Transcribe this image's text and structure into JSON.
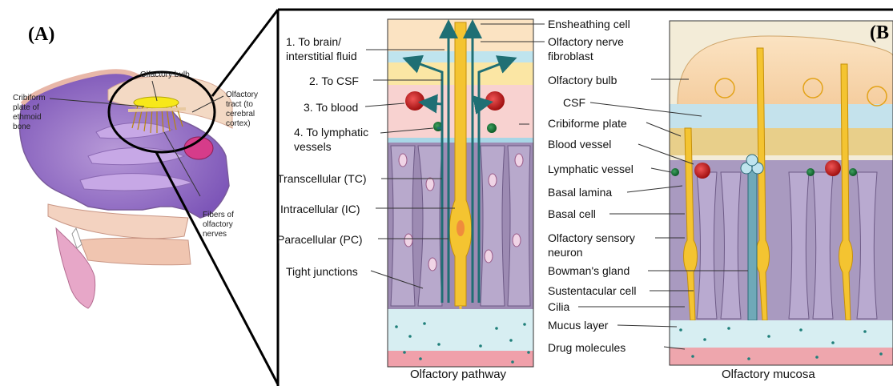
{
  "panel_a": {
    "letter": "(A)",
    "labels": {
      "olfactory_bulb": "Olfactory bulb",
      "cribriform_1": "Cribiform",
      "cribriform_2": "plate of",
      "cribriform_3": "ethmoid",
      "cribriform_4": "bone",
      "tract_1": "Olfactory",
      "tract_2": "tract (to",
      "tract_3": "cerebral",
      "tract_4": "cortex)",
      "fibers_1": "Fibers of",
      "fibers_2": "olfactory",
      "fibers_3": "nerves"
    }
  },
  "panel_b": {
    "letter": "(B",
    "pathway_labels": {
      "to_brain_1": "1. To brain/",
      "to_brain_2": "interstitial fluid",
      "to_csf": "2. To CSF",
      "to_blood": "3. To blood",
      "to_lymph_1": "4. To lymphatic",
      "to_lymph_2": "vessels",
      "transcellular": "Transcellular (TC)",
      "intracellular": "Intracellular (IC)",
      "paracellular": "Paracellular (PC)",
      "tight_junctions": "Tight junctions"
    },
    "mucosa_labels": {
      "ensheathing": "Ensheathing cell",
      "fibroblast_1": "Olfactory nerve",
      "fibroblast_2": "fibroblast",
      "bulb": "Olfactory bulb",
      "csf": "CSF",
      "cribriform": "Cribiforme plate",
      "blood_vessel": "Blood vessel",
      "lymphatic": "Lymphatic vessel",
      "basal_lamina": "Basal lamina",
      "basal_cell": "Basal cell",
      "osn_1": "Olfactory sensory",
      "osn_2": "neuron",
      "bowman": "Bowman's gland",
      "sustentacular": "Sustentacular cell",
      "cilia": "Cilia",
      "mucus": "Mucus layer",
      "drug": "Drug molecules"
    },
    "captions": {
      "pathway": "Olfactory pathway",
      "mucosa": "Olfactory mucosa"
    }
  }
}
